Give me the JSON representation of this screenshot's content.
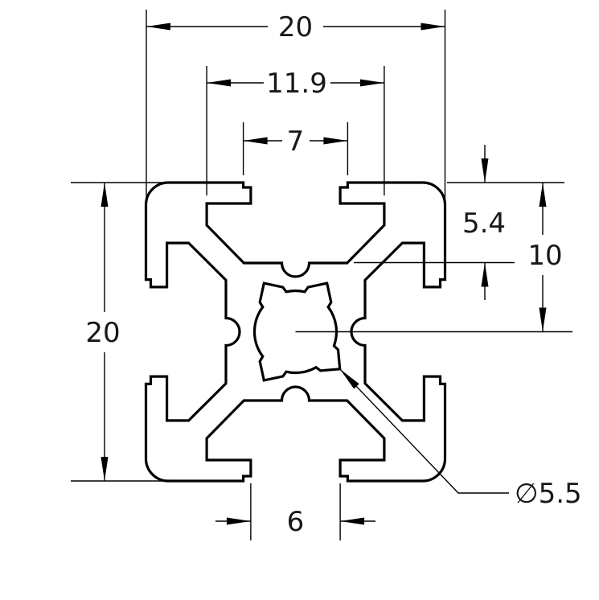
{
  "drawing": {
    "type": "technical-drawing",
    "subject": "20x20 T-slot aluminium extrusion profile cross-section",
    "dimensions": {
      "overall_width": "20",
      "slot_inner_width": "11.9",
      "slot_shoulder_width": "7",
      "overall_height": "20",
      "face_to_center": "10",
      "slot_depth": "5.4",
      "slot_opening": "6",
      "center_bore_diameter": "∅5.5"
    },
    "colors": {
      "line": "#000000",
      "text": "#17171c",
      "background": "#ffffff"
    }
  }
}
